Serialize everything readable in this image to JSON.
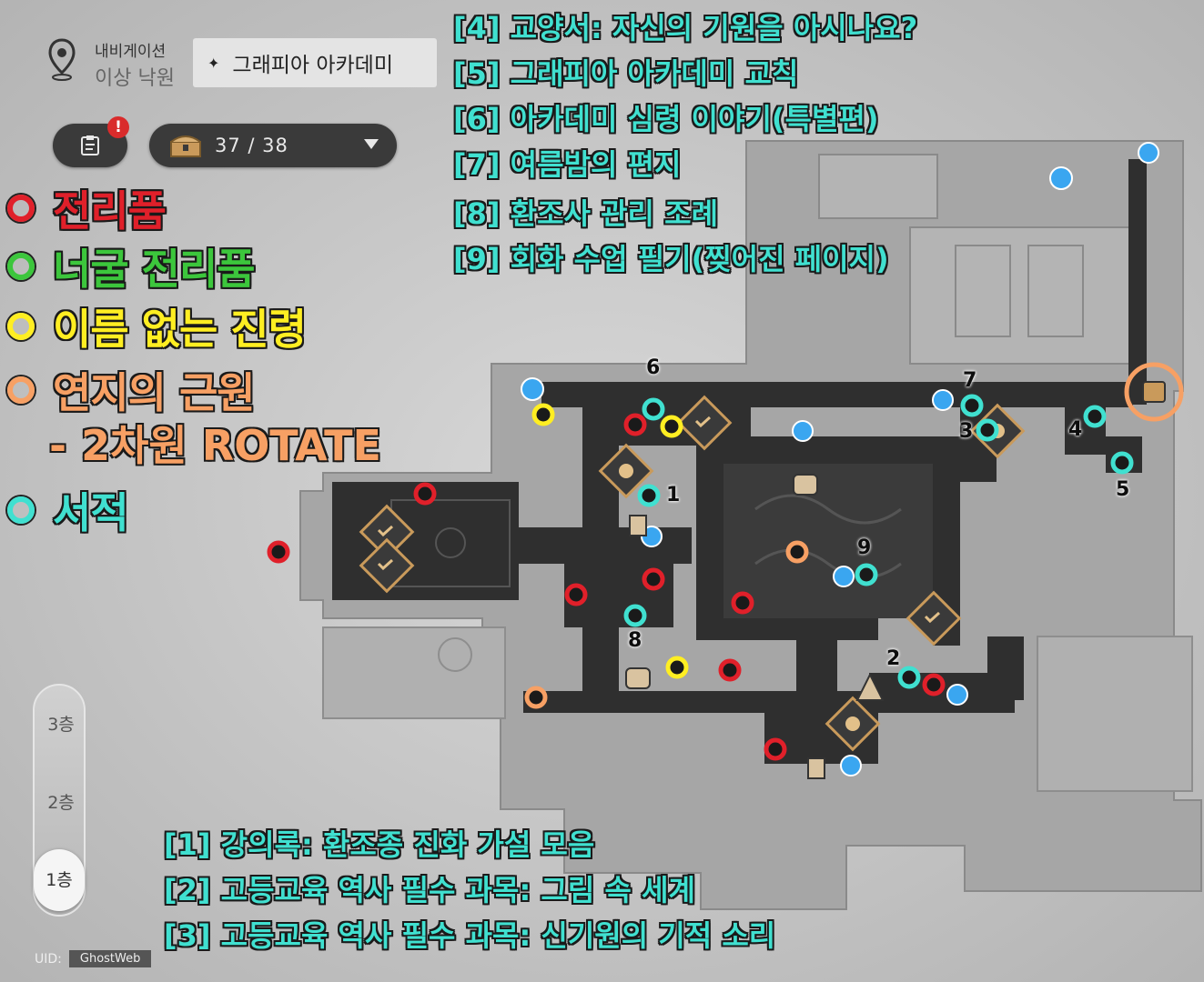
{
  "navigation": {
    "label": "내비게이션",
    "world": "이상 낙원",
    "area": "그래피아 아카데미"
  },
  "chest": {
    "count": "37 / 38"
  },
  "legend": [
    {
      "text": "전리품",
      "color": "#e0202a"
    },
    {
      "text": "너굴 전리품",
      "color": "#3cc63c"
    },
    {
      "text": "이름 없는 진령",
      "color": "#ffee22"
    },
    {
      "text": "연지의 근원",
      "color": "#f7a064"
    },
    {
      "text": "서적",
      "color": "#40e0d0"
    }
  ],
  "legend_sub": "- 2차원 ROTATE",
  "books_top": [
    "[4] 교양서: 자신의 기원을 아시나요?",
    "[5] 그래피아 아카데미 교칙",
    "[6] 아카데미 심령 이야기(특별편)",
    "[7] 여름밤의 편지",
    "[8] 환조사 관리 조례",
    "[9] 회화 수업 필기(찢어진 페이지)"
  ],
  "books_bottom": [
    "[1] 강의록: 환조종 진화 가설 모음",
    "[2] 고등교육 역사 필수 과목: 그림 속 세계",
    "[3] 고등교육 역사 필수 과목: 신기원의 기적 소리"
  ],
  "floors": [
    "3층",
    "2층",
    "1층"
  ],
  "uid": {
    "label": "UID:",
    "value": "GhostWeb"
  },
  "map_numbers": [
    "1",
    "2",
    "3",
    "4",
    "5",
    "6",
    "7",
    "8",
    "9"
  ],
  "colors": {
    "loot": "#e0202a",
    "spirit": "#ffee22",
    "rouge": "#f7a064",
    "book": "#40e0d0",
    "floor_dark": "#2e2e2e",
    "building": "#9a9a9a",
    "marker_gold": "#c99a5b"
  },
  "icons": [
    "map-pin-icon",
    "quest-icon",
    "chest-icon",
    "teleport-icon",
    "boss-icon",
    "raccoon-icon",
    "door-icon"
  ]
}
